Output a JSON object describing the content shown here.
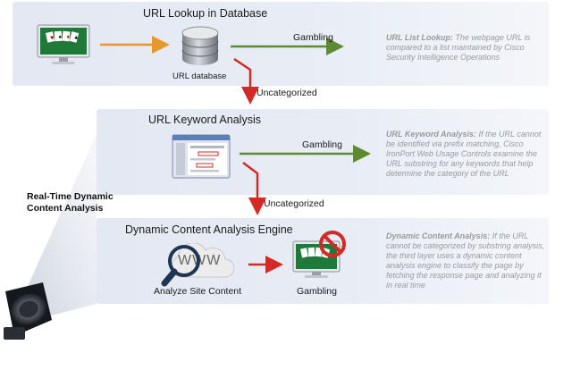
{
  "panels": [
    {
      "title": "URL Lookup in Database",
      "result_label": "Gambling",
      "db_label": "URL database",
      "desc_lead": "URL List Lookup:",
      "desc_text": " The webpage URL is compared to a list maintained by Cisco Security Intelligence Operations"
    },
    {
      "title": "URL Keyword Analysis",
      "result_label": "Gambling",
      "desc_lead": "URL Keyword Analysis:",
      "desc_text": " If the URL cannot be identified via prefix matching, Cisco IronPort Web Usage Controls examine the URL substring for any keywords that help determine the category of the URL"
    },
    {
      "title": "Dynamic Content Analysis Engine",
      "analyze_label": "Analyze Site Content",
      "result_label": "Gambling",
      "www_text": "WWW",
      "desc_lead": "Dynamic Content Analysis:",
      "desc_text": " If the URL cannot be categorized by substring analysis, the third layer uses a dynamic content analysis engine to classify the page by fetching the response page and analyzing it in real time"
    }
  ],
  "connectors": [
    {
      "label": "Uncategorized"
    },
    {
      "label": "Uncategorized"
    }
  ],
  "side_label": "Real-Time Dynamic Content Analysis",
  "colors": {
    "arrow_orange": "#e8962e",
    "arrow_green": "#5e8a32",
    "arrow_red": "#d42a25",
    "panel_bg": "#e6eaf4",
    "desc_text": "#9a9a9a"
  }
}
